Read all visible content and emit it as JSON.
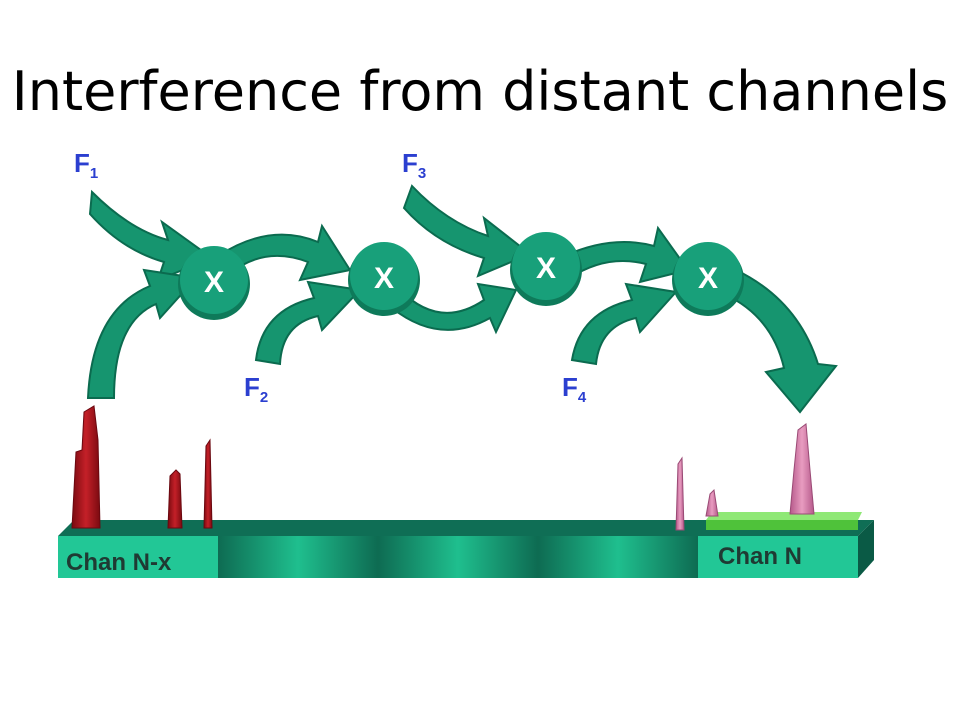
{
  "title": "Interference from distant channels",
  "frequencies": [
    "F",
    "F",
    "F",
    "F"
  ],
  "frequency_subscripts": [
    "1",
    "2",
    "3",
    "4"
  ],
  "mixer_symbol": "X",
  "channels": {
    "left_label": "Chan N-x",
    "right_label": "Chan N"
  },
  "colors": {
    "arrow": "#16956f",
    "arrow_dark": "#0b6b4f",
    "frequency_text": "#2b3fd0",
    "interferer": "#a3121a",
    "product": "#d87ba6",
    "target_channel": "#5fd44a"
  }
}
